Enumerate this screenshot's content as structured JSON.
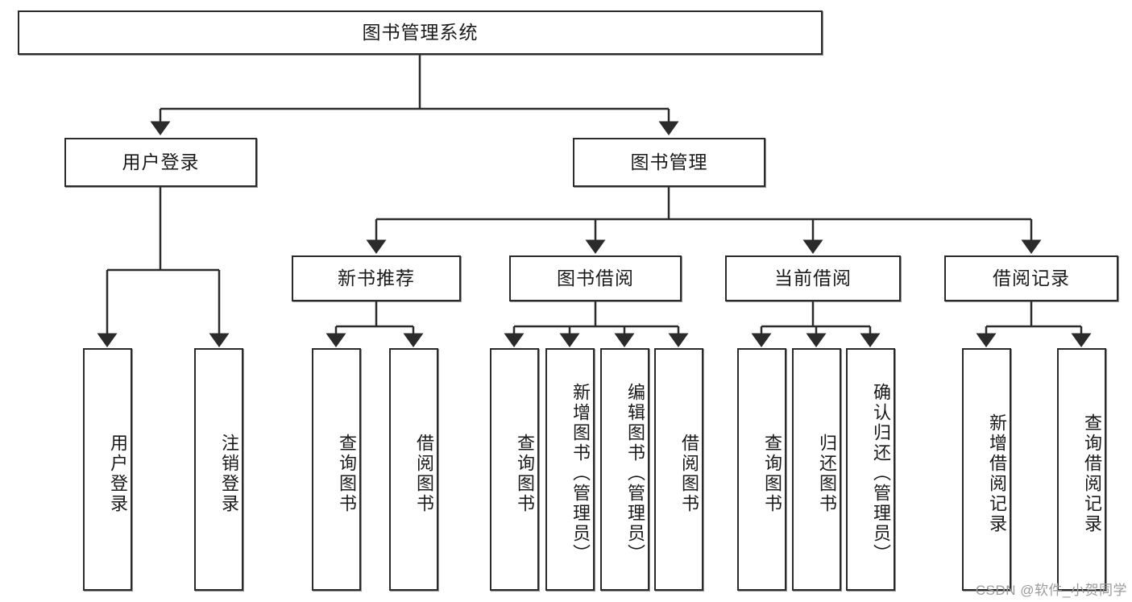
{
  "diagram": {
    "title": "图书管理系统",
    "watermark": "CSDN @软件_小贺同学",
    "root": {
      "label": "图书管理系统"
    },
    "level2": [
      {
        "label": "用户登录"
      },
      {
        "label": "图书管理"
      }
    ],
    "level3": [
      {
        "label": "新书推荐"
      },
      {
        "label": "图书借阅"
      },
      {
        "label": "当前借阅"
      },
      {
        "label": "借阅记录"
      }
    ],
    "leaves": {
      "user_login": [
        {
          "label": "用户登录"
        },
        {
          "label": "注销登录"
        }
      ],
      "new_book_recommend": [
        {
          "label": "查询图书"
        },
        {
          "label": "借阅图书"
        }
      ],
      "book_borrow": [
        {
          "label": "查询图书"
        },
        {
          "label": "新增图书（管理员）"
        },
        {
          "label": "编辑图书（管理员）"
        },
        {
          "label": "借阅图书"
        }
      ],
      "current_borrow": [
        {
          "label": "查询图书"
        },
        {
          "label": "归还图书"
        },
        {
          "label": "确认归还（管理员）"
        }
      ],
      "borrow_records": [
        {
          "label": "新增借阅记录"
        },
        {
          "label": "查询借阅记录"
        }
      ]
    },
    "colors": {
      "line": "#2b2b2b",
      "box_border": "#2b2b2b",
      "background": "#ffffff",
      "text": "#1a1a1a",
      "watermark": "#9a9a9a"
    }
  }
}
